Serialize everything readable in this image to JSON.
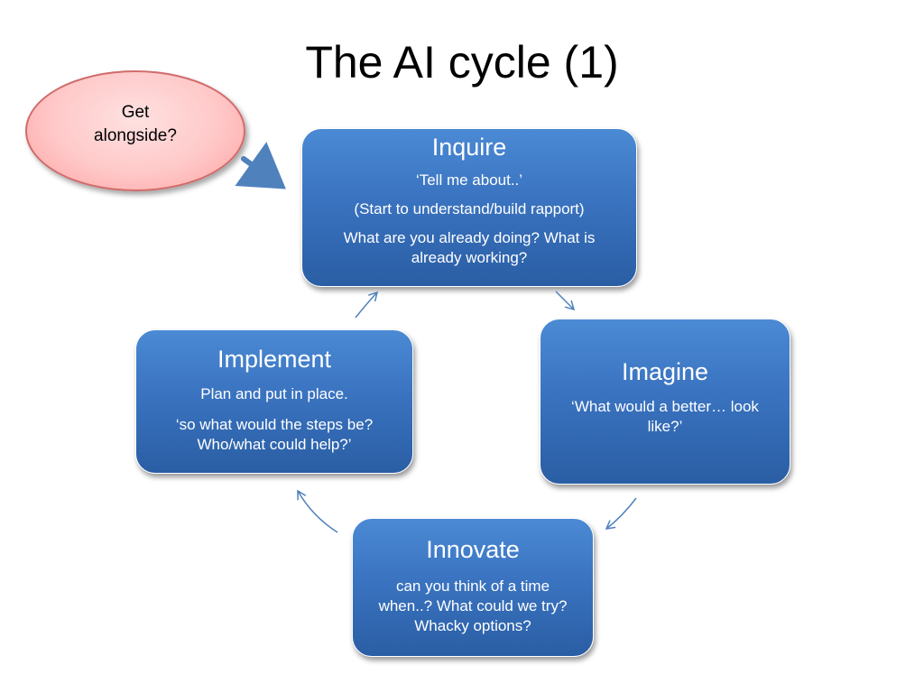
{
  "title": "The AI cycle (1)",
  "callout": {
    "line1": "Get",
    "line2": "alongside?"
  },
  "stages": {
    "inquire": {
      "title": "Inquire",
      "lines": [
        "‘Tell me about..’",
        "(Start to understand/build rapport)",
        "What are you already doing? What is already working?"
      ]
    },
    "imagine": {
      "title": "Imagine",
      "lines": [
        "‘What would a better… look like?’"
      ]
    },
    "innovate": {
      "title": "Innovate",
      "lines": [
        "can you think of a time when..? What could we try? Whacky options?"
      ]
    },
    "implement": {
      "title": "Implement",
      "lines": [
        "Plan and put in place.",
        "‘so what would the steps be? Who/what could help?’"
      ]
    }
  },
  "colors": {
    "box_fill": "#3a73c0",
    "box_border": "#ffffff",
    "callout_fill": "#ffc8c8",
    "callout_border": "#d16b6b",
    "arrow": "#4f81bd"
  }
}
